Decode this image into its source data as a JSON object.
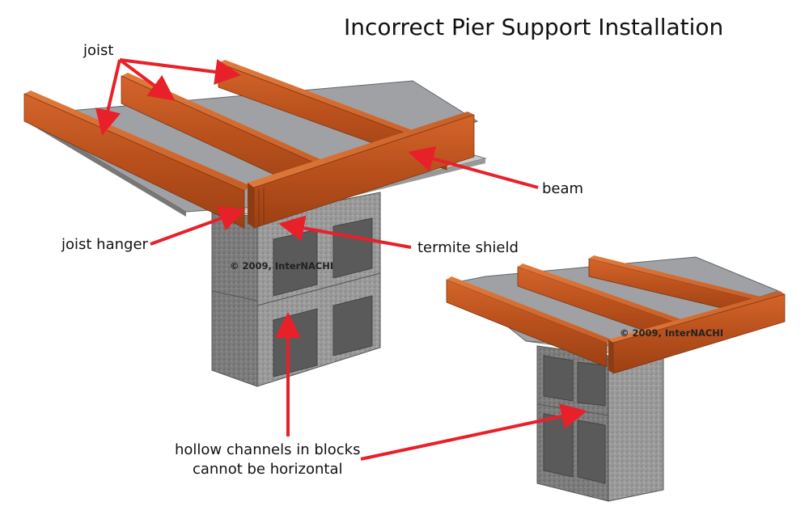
{
  "diagram": {
    "title": "Incorrect Pier Support Installation",
    "labels": {
      "joist": "joist",
      "beam": "beam",
      "joist_hanger": "joist hanger",
      "termite_shield": "termite shield",
      "hollow_line1": "hollow channels in blocks",
      "hollow_line2": "cannot be horizontal"
    },
    "copyright": "© 2009, InterNACHI"
  },
  "colors": {
    "arrow": "#e8202a",
    "wood": "#c8551f",
    "wood_dark": "#8e3a12",
    "concrete": "#9a9a9a",
    "sheet": "#9ea0a4"
  }
}
